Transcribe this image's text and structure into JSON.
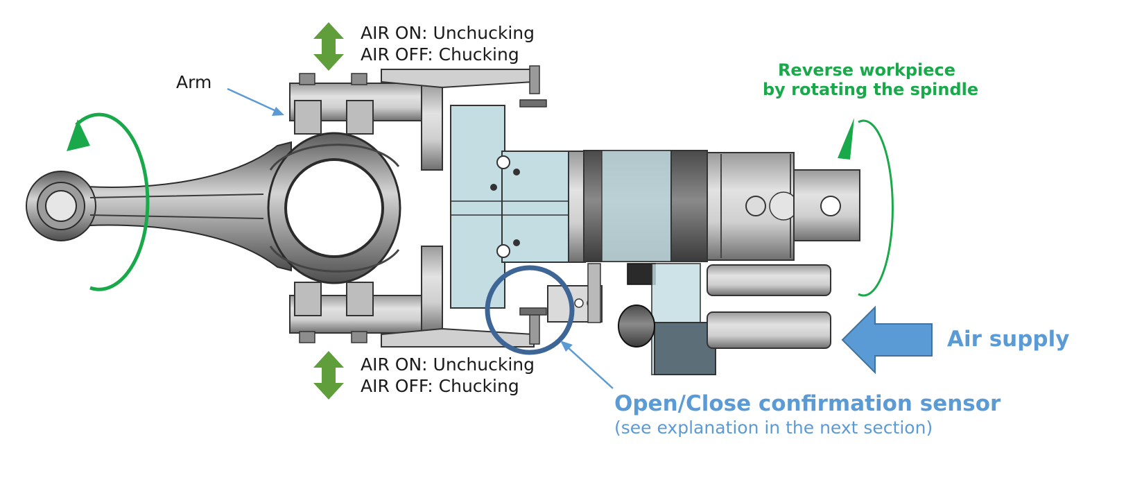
{
  "labels": {
    "arm": "Arm",
    "top_air_on": "AIR ON: Unchucking",
    "top_air_off": "AIR OFF: Chucking",
    "bottom_air_on": "AIR ON: Unchucking",
    "bottom_air_off": "AIR OFF: Chucking",
    "reverse_line1": "Reverse workpiece",
    "reverse_line2": "by rotating the spindle",
    "air_supply": "Air supply",
    "sensor_title": "Open/Close confirmation sensor",
    "sensor_note": "(see explanation in the next section)"
  },
  "colors": {
    "green_arrow": "#19a84a",
    "double_arrow": "#5f9e3a",
    "blue_accent": "#5b9bd5",
    "sensor_circle": "#3d6596",
    "metal_light": "#c9c9c9",
    "metal_dark": "#555555",
    "body_blue": "#c3dde2"
  },
  "icons": {
    "vertical_double_arrow": "double-arrow-vertical-icon",
    "rotation_arrow": "rotation-arrow-icon",
    "air_supply_arrow": "left-arrow-icon"
  }
}
